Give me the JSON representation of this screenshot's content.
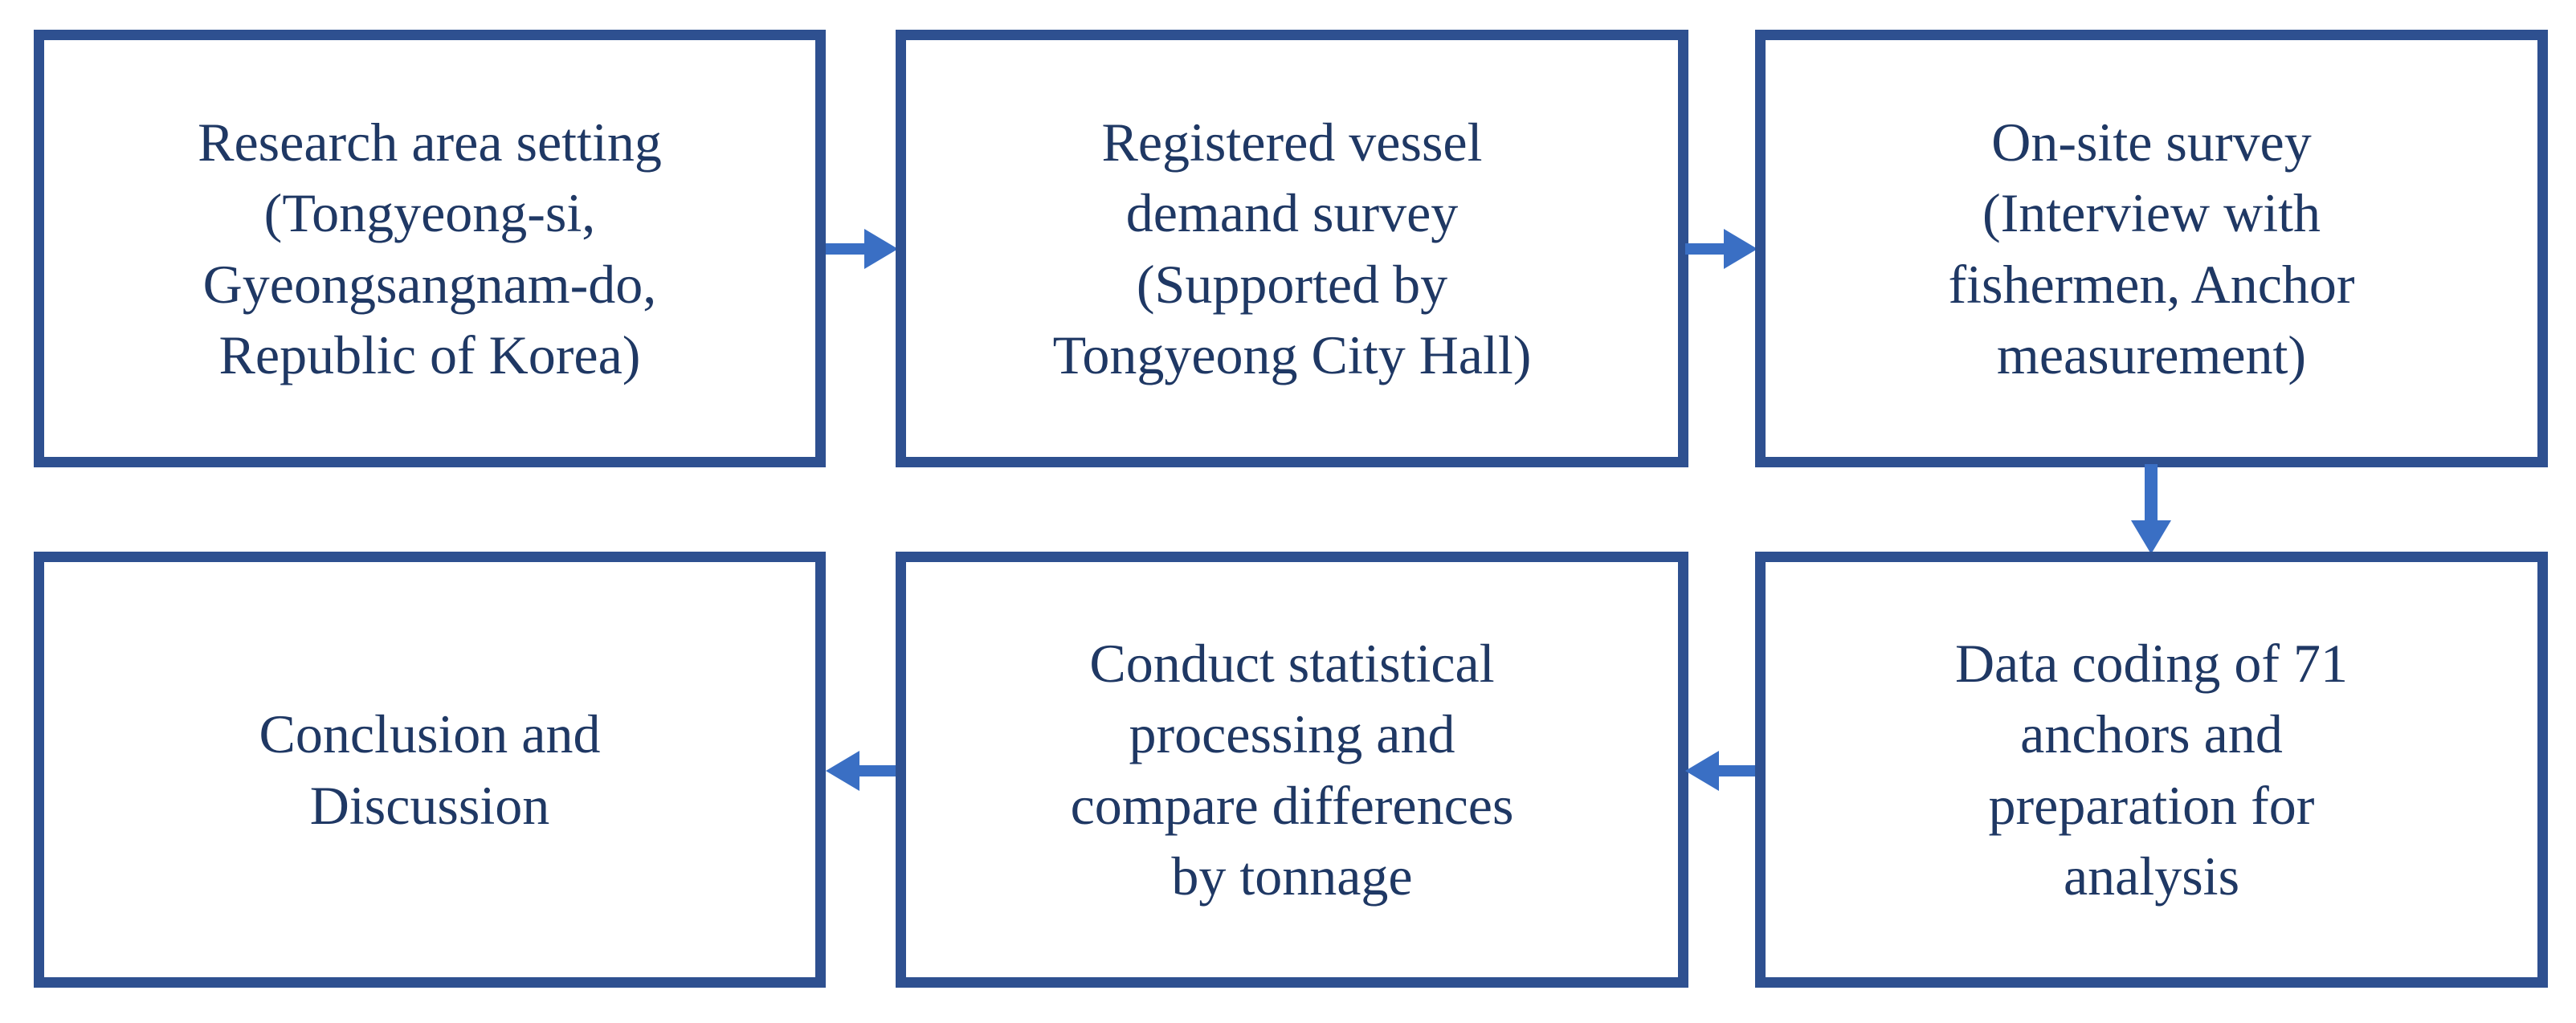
{
  "diagram": {
    "type": "flowchart",
    "orientation": "serpentine-two-rows",
    "colors": {
      "box_border": "#2E5090",
      "box_fill": "#FFFFFF",
      "text": "#1F3864",
      "arrow": "#3A6FC4",
      "background": "#FFFFFF"
    },
    "nodes": [
      {
        "id": "research-area",
        "row": 1,
        "column": 1,
        "label": "Research area setting\n(Tongyeong-si,\nGyeongsangnam-do,\nRepublic of Korea)"
      },
      {
        "id": "vessel-demand",
        "row": 1,
        "column": 2,
        "label": "Registered vessel\ndemand survey\n(Supported by\nTongyeong City Hall)"
      },
      {
        "id": "onsite-survey",
        "row": 1,
        "column": 3,
        "label": "On-site survey\n(Interview with\nfishermen, Anchor\nmeasurement)"
      },
      {
        "id": "conclusion",
        "row": 2,
        "column": 1,
        "label": "Conclusion and\nDiscussion"
      },
      {
        "id": "statistical-processing",
        "row": 2,
        "column": 2,
        "label": "Conduct statistical\nprocessing and\ncompare differences\nby tonnage"
      },
      {
        "id": "data-coding",
        "row": 2,
        "column": 3,
        "label": "Data coding of 71\nanchors and\npreparation for\nanalysis"
      }
    ],
    "edges": [
      {
        "id": "research-to-vessel",
        "from": "research-area",
        "to": "vessel-demand",
        "direction": "right"
      },
      {
        "id": "vessel-to-onsite",
        "from": "vessel-demand",
        "to": "onsite-survey",
        "direction": "right"
      },
      {
        "id": "onsite-to-coding",
        "from": "onsite-survey",
        "to": "data-coding",
        "direction": "down"
      },
      {
        "id": "coding-to-statistical",
        "from": "data-coding",
        "to": "statistical-processing",
        "direction": "left"
      },
      {
        "id": "statistical-to-conclusion",
        "from": "statistical-processing",
        "to": "conclusion",
        "direction": "left"
      }
    ]
  }
}
